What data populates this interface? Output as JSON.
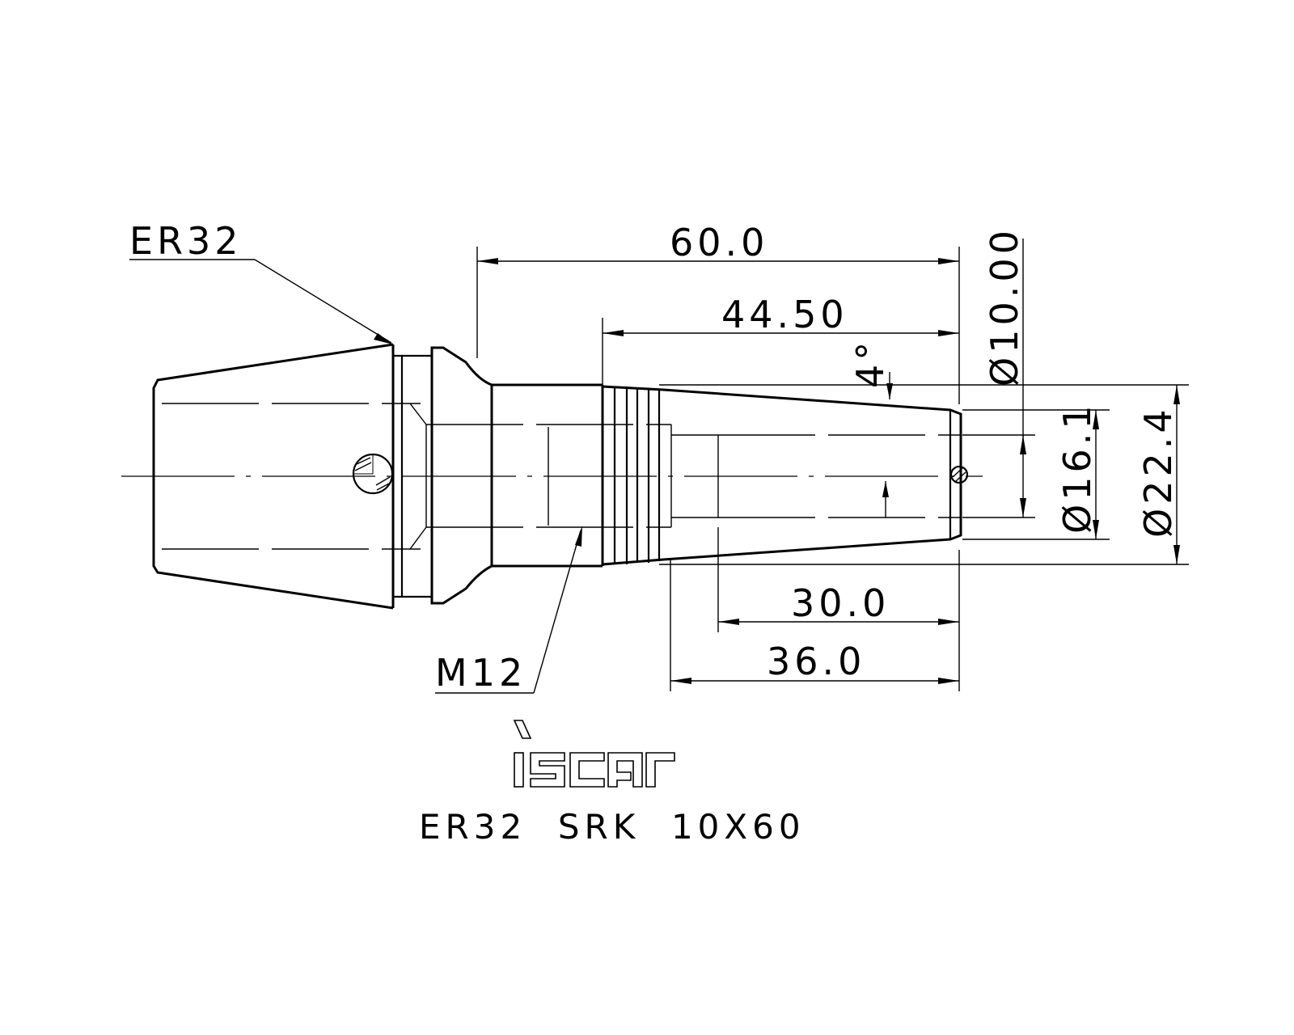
{
  "drawing": {
    "part_label": "ER32",
    "thread_label": "M12",
    "title": "ER32  SRK  10X60",
    "logo_text": "iscar",
    "dimensions": {
      "overall_length": "60.0",
      "taper_length": "44.50",
      "angle": "4°",
      "bore_diameter": "Ø10.00",
      "front_diameter": "Ø16.1",
      "rear_diameter": "Ø22.4",
      "short_length": "30.0",
      "mid_length": "36.0"
    }
  }
}
